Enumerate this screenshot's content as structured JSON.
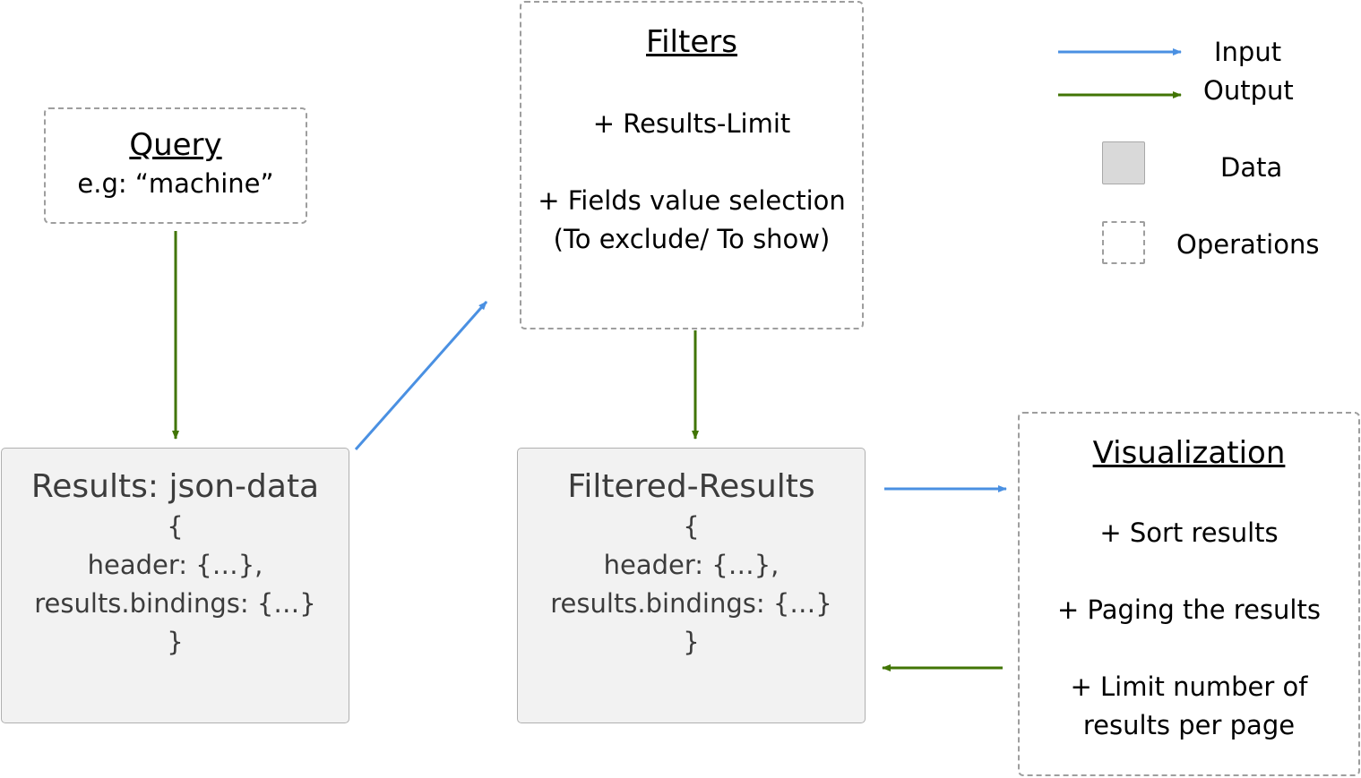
{
  "query": {
    "title": "Query",
    "example": "e.g: “machine”"
  },
  "filters": {
    "title": "Filters",
    "items": [
      "+ Results-Limit",
      "+ Fields value selection",
      "(To exclude/ To show)"
    ]
  },
  "results": {
    "title": "Results: json-data",
    "lines": [
      "{",
      "header: {…},",
      "results.bindings: {…}",
      "}"
    ]
  },
  "filtered_results": {
    "title": "Filtered-Results",
    "lines": [
      "{",
      "header: {…},",
      "results.bindings: {…}",
      "}"
    ]
  },
  "visualization": {
    "title": "Visualization",
    "items": [
      "+ Sort results",
      "+ Paging the results",
      "+ Limit number of",
      "results per page"
    ]
  },
  "legend": {
    "input": "Input",
    "output": "Output",
    "data": "Data",
    "operations": "Operations"
  },
  "colors": {
    "input": "#4a90e2",
    "output": "#417505",
    "data_fill": "#d9d9d9",
    "operation_border": "#9e9e9e"
  }
}
